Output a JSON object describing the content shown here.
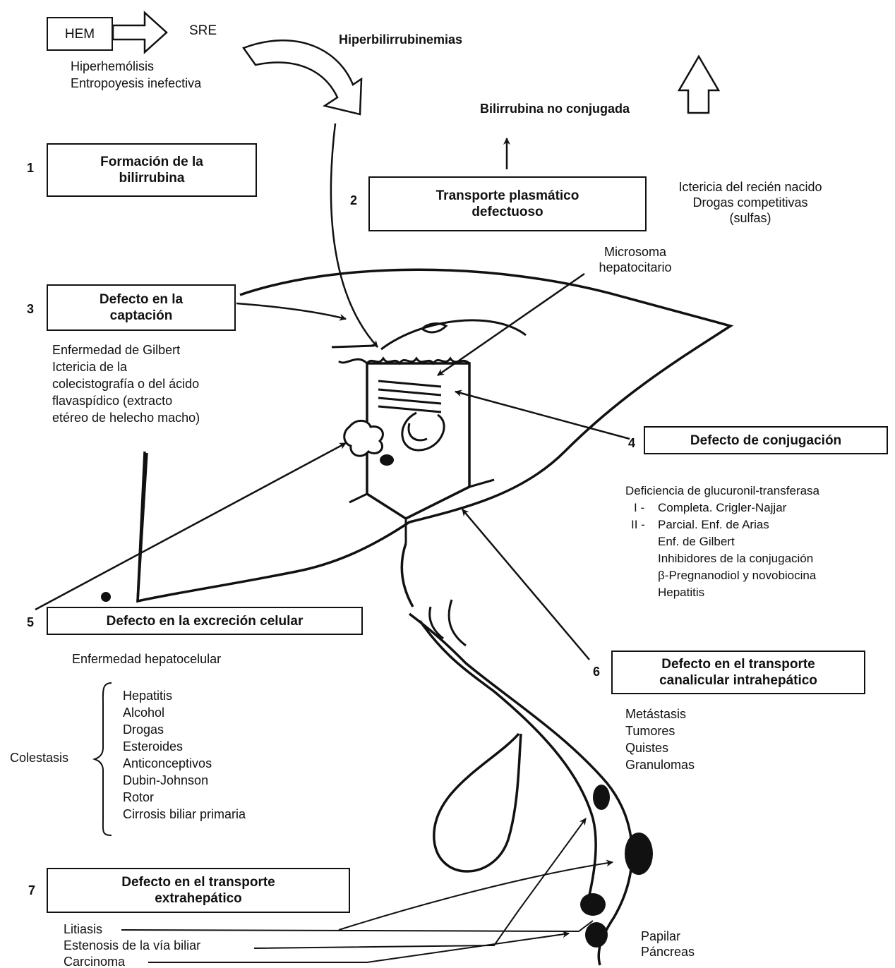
{
  "hem": "HEM",
  "sre": "SRE",
  "title": "Hiperbilirrubinemias",
  "hem_causes": [
    "Hiperhemólisis",
    "Entropoyesis inefectiva"
  ],
  "unconj": "Bilirrubina no conjugada",
  "box1": {
    "num": "1",
    "lines": [
      "Formación de la",
      "bilirrubina"
    ]
  },
  "box2": {
    "num": "2",
    "lines": [
      "Transporte plasmático",
      "defectuoso"
    ]
  },
  "box2_causes": [
    "Ictericia del recién nacido",
    "Drogas competitivas",
    "(sulfas)"
  ],
  "microsome": [
    "Microsoma",
    "hepatocitario"
  ],
  "box3": {
    "num": "3",
    "lines": [
      "Defecto en la",
      "captación"
    ]
  },
  "box3_causes": [
    "Enfermedad de Gilbert",
    "Ictericia de la",
    "colecistografía o del ácido",
    "flavaspídico (extracto",
    "etéreo de helecho macho)"
  ],
  "box4": {
    "num": "4",
    "lines": [
      "Defecto de conjugación"
    ]
  },
  "box4_causes": {
    "head": "Deficiencia de glucuronil-transferasa",
    "i_label": "I -",
    "i_text": "Completa. Crigler-Najjar",
    "ii_label": "II -",
    "ii_text": "Parcial. Enf. de Arias",
    "rest": [
      "Enf. de Gilbert",
      "Inhibidores de la conjugación",
      "β-Pregnanodiol y novobiocina",
      "Hepatitis"
    ]
  },
  "box5": {
    "num": "5",
    "lines": [
      "Defecto en la excreción celular"
    ]
  },
  "box5_head": "Enfermedad hepatocelular",
  "colestasis": "Colestasis",
  "colestasis_items": [
    "Hepatitis",
    "Alcohol",
    "Drogas",
    "Esteroides",
    "Anticonceptivos",
    "Dubin-Johnson",
    "Rotor",
    "Cirrosis biliar primaria"
  ],
  "box6": {
    "num": "6",
    "lines": [
      "Defecto en el transporte",
      "canalicular intrahepático"
    ]
  },
  "box6_causes": [
    "Metástasis",
    "Tumores",
    "Quistes",
    "Granulomas"
  ],
  "box7": {
    "num": "7",
    "lines": [
      "Defecto en el transporte",
      "extrahepático"
    ]
  },
  "box7_causes": [
    "Litiasis",
    "Estenosis de la vía biliar",
    "Carcinoma"
  ],
  "papilar": [
    "Papilar",
    "Páncreas"
  ]
}
